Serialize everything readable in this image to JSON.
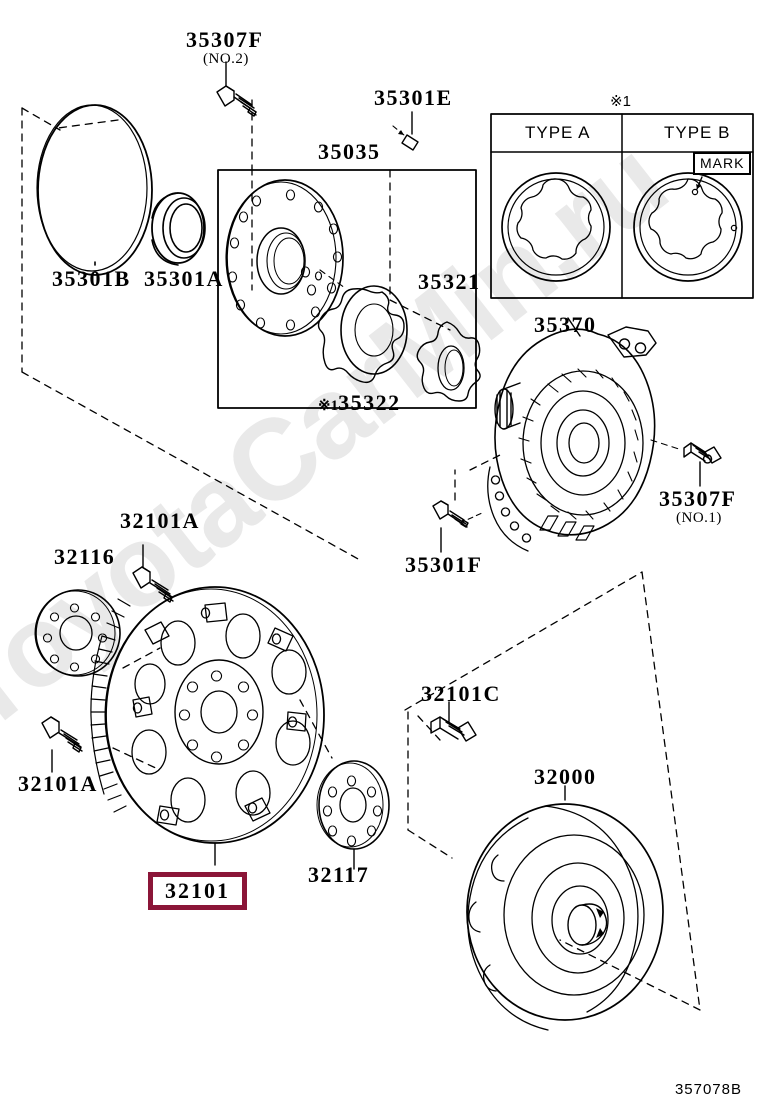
{
  "diagram": {
    "code": "357078B",
    "watermark": "ToyotaCarMin.ru",
    "highlight_color": "#8B1538"
  },
  "reference_table": {
    "marker": "※1",
    "columns": [
      {
        "header": "TYPE A",
        "gear_teeth": 11,
        "has_mark": false
      },
      {
        "header": "TYPE B",
        "gear_teeth": 10,
        "has_mark": true,
        "mark_label": "MARK"
      }
    ]
  },
  "group_box": {
    "label": "35035"
  },
  "parts": [
    {
      "id": "p1",
      "number": "35307F",
      "sub": "(NO.2)",
      "name": "bolt-no2"
    },
    {
      "id": "p2",
      "number": "35301E",
      "sub": "",
      "name": "pin"
    },
    {
      "id": "p3",
      "number": "35035",
      "sub": "",
      "name": "oil-pump-assembly"
    },
    {
      "id": "p4",
      "number": "35301B",
      "sub": "",
      "name": "o-ring"
    },
    {
      "id": "p5",
      "number": "35301A",
      "sub": "",
      "name": "oil-seal"
    },
    {
      "id": "p6",
      "number": "35321",
      "sub": "",
      "name": "pump-drive-gear"
    },
    {
      "id": "p7",
      "number": "35322",
      "sub": "",
      "name": "pump-driven-gear",
      "marker": "※1"
    },
    {
      "id": "p8",
      "number": "35370",
      "sub": "",
      "name": "pump-body"
    },
    {
      "id": "p9",
      "number": "35307F",
      "sub": "(NO.1)",
      "name": "bolt-no1"
    },
    {
      "id": "p10",
      "number": "35301F",
      "sub": "",
      "name": "bolt-pump"
    },
    {
      "id": "p11",
      "number": "32116",
      "sub": "",
      "name": "drive-plate-spacer-front"
    },
    {
      "id": "p12",
      "number": "32101A",
      "sub": "",
      "name": "bolt-drive-plate-upper"
    },
    {
      "id": "p13",
      "number": "32101A",
      "sub": "",
      "name": "bolt-drive-plate-lower"
    },
    {
      "id": "p14",
      "number": "32101",
      "sub": "",
      "name": "drive-plate",
      "highlighted": true
    },
    {
      "id": "p15",
      "number": "32117",
      "sub": "",
      "name": "drive-plate-spacer-rear"
    },
    {
      "id": "p16",
      "number": "32101C",
      "sub": "",
      "name": "bolt-torque-converter"
    },
    {
      "id": "p17",
      "number": "32000",
      "sub": "",
      "name": "torque-converter"
    }
  ]
}
